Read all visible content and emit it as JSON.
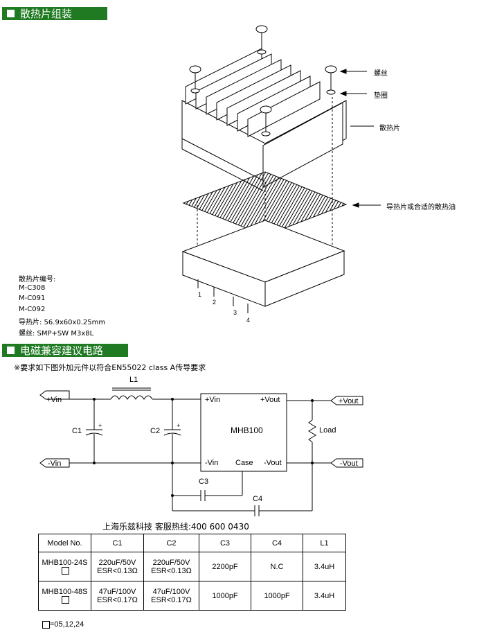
{
  "sections": {
    "heatsink_title": "散热片组装",
    "emc_title": "电磁兼容建议电路"
  },
  "assembly": {
    "labels": {
      "screw": "螺丝",
      "washer": "垫圈",
      "heatsink": "散热片",
      "thermal_pad": "导热片或合适的散热油"
    },
    "pins": [
      "1",
      "2",
      "3",
      "4"
    ],
    "specs": {
      "heatsink_part": "散热片编号:",
      "parts": [
        "M-C308",
        "M-C091",
        "M-C092"
      ],
      "pad": "导热片: 56.9x60x0.25mm",
      "screws": "螺丝: SMP+SW M3x8L"
    }
  },
  "emc": {
    "requirement": "※要求如下图外加元件以符合EN55022 class A传导要求",
    "labels": {
      "vin_pos": "+Vin",
      "vin_neg": "-Vin",
      "vout_pos": "+Vout",
      "vout_neg": "-Vout",
      "module": "MHB100",
      "pin_vin_pos": "+Vin",
      "pin_vin_neg": "-Vin",
      "pin_vout_pos": "+Vout",
      "pin_vout_neg": "-Vout",
      "pin_case": "Case",
      "c1": "C1",
      "c2": "C2",
      "c3": "C3",
      "c4": "C4",
      "l1": "L1",
      "load": "Load",
      "plus": "+"
    },
    "hotline": "上海乐兹科技 客服热线:400 600 0430",
    "table": {
      "headers": [
        "Model No.",
        "C1",
        "C2",
        "C3",
        "C4",
        "L1"
      ],
      "rows": [
        {
          "model": "MHB100-24S",
          "c1a": "220uF/50V",
          "c1b": "ESR<0.13Ω",
          "c2a": "220uF/50V",
          "c2b": "ESR<0.13Ω",
          "c3": "2200pF",
          "c4": "N.C",
          "l1": "3.4uH"
        },
        {
          "model": "MHB100-48S",
          "c1a": "47uF/100V",
          "c1b": "ESR<0.17Ω",
          "c2a": "47uF/100V",
          "c2b": "ESR<0.17Ω",
          "c3": "1000pF",
          "c4": "1000pF",
          "l1": "3.4uH"
        }
      ]
    },
    "note": "=05,12,24"
  }
}
